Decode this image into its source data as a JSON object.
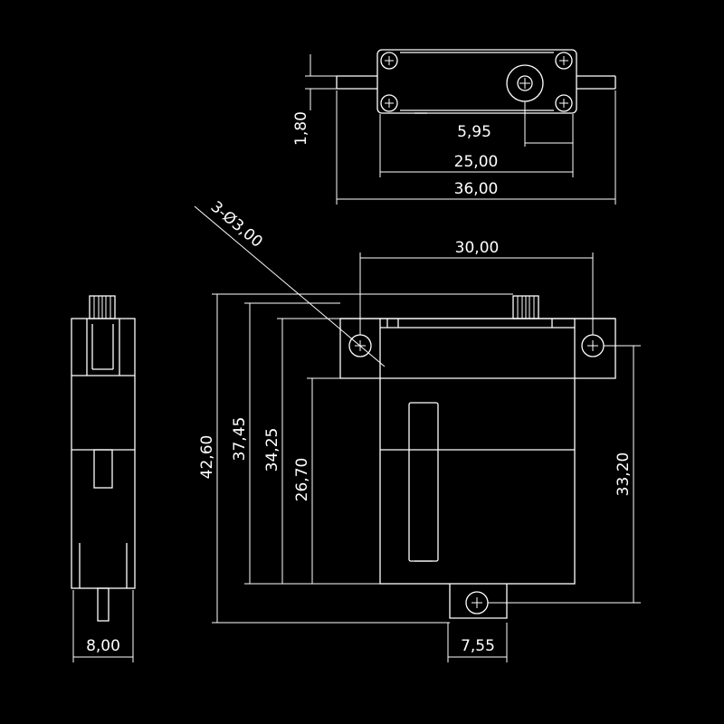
{
  "colors": {
    "background": "#000000",
    "line": "#ffffff"
  },
  "dimensions": {
    "top_view": {
      "thickness": "1,80",
      "horn_offset": "5,95",
      "hole_spacing": "25,00",
      "overall_length": "36,00"
    },
    "front_view": {
      "hole_callout": "3-Ø3,00",
      "hole_spacing": "30,00",
      "total_height": "42,60",
      "gear_height": "37,45",
      "body_height": "34,25",
      "lower_height": "26,70",
      "mount_spacing": "33,20",
      "tab_width": "7,55"
    },
    "side_view": {
      "width": "8,00"
    }
  }
}
